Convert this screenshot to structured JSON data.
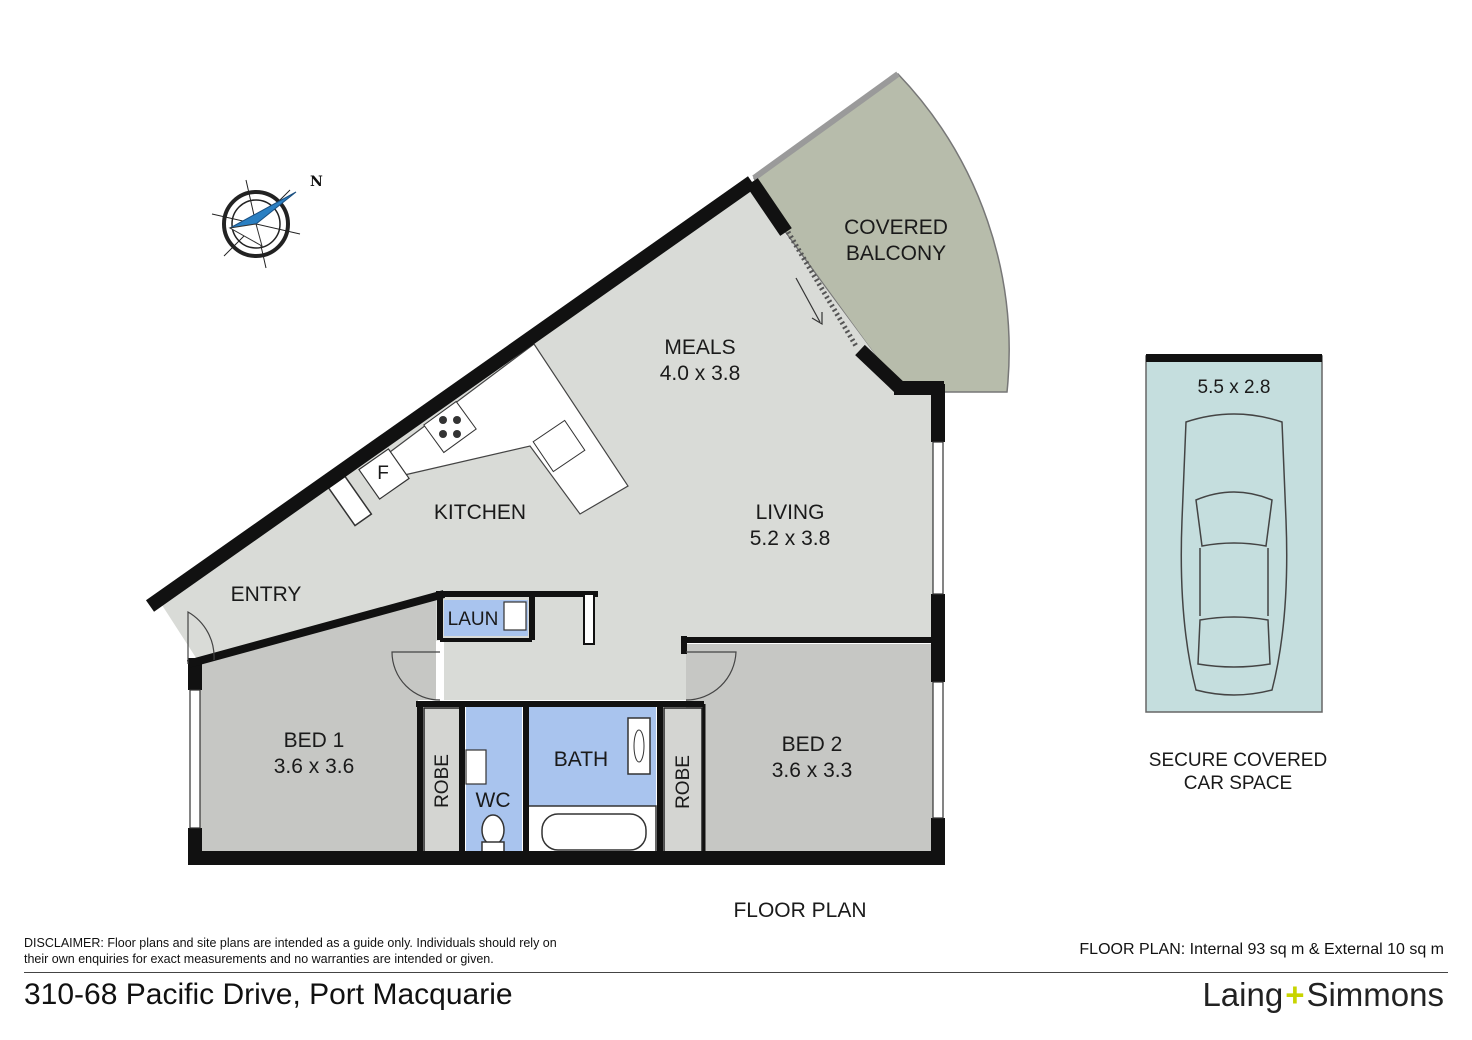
{
  "compass": {
    "north_label": "N"
  },
  "rooms": {
    "balcony": {
      "line1": "COVERED",
      "line2": "BALCONY"
    },
    "meals": {
      "name": "MEALS",
      "size": "4.0 x 3.8"
    },
    "kitchen": {
      "name": "KITCHEN",
      "fridge": "F"
    },
    "living": {
      "name": "LIVING",
      "size": "5.2 x 3.8"
    },
    "entry": {
      "name": "ENTRY"
    },
    "laundry": {
      "name": "LAUN"
    },
    "bed1": {
      "name": "BED 1",
      "size": "3.6 x 3.6"
    },
    "bed2": {
      "name": "BED 2",
      "size": "3.6 x 3.3"
    },
    "robe1": {
      "name": "ROBE"
    },
    "robe2": {
      "name": "ROBE"
    },
    "wc": {
      "name": "WC"
    },
    "bath": {
      "name": "BATH"
    }
  },
  "car_space": {
    "size": "5.5 x 2.8",
    "line1": "SECURE COVERED",
    "line2": "CAR SPACE"
  },
  "plan_title": "FLOOR PLAN",
  "disclaimer": "DISCLAIMER: Floor plans and site plans are intended as a guide only. Individuals should rely on their own enquiries for exact measurements and no warranties are intended or given.",
  "area_summary": "FLOOR PLAN: Internal 93 sq m & External 10 sq m",
  "address": "310-68 Pacific Drive, Port Macquarie",
  "brand": {
    "left": "Laing",
    "plus": "+",
    "right": "Simmons"
  },
  "colors": {
    "living_fill": "#d9dbd7",
    "bedroom_fill": "#c6c7c4",
    "wet_area_fill": "#a9c4ee",
    "balcony_fill": "#b7bcab",
    "car_space_fill": "#c5dede",
    "brand_accent": "#c8d400",
    "compass_blue": "#2a7fc2"
  }
}
